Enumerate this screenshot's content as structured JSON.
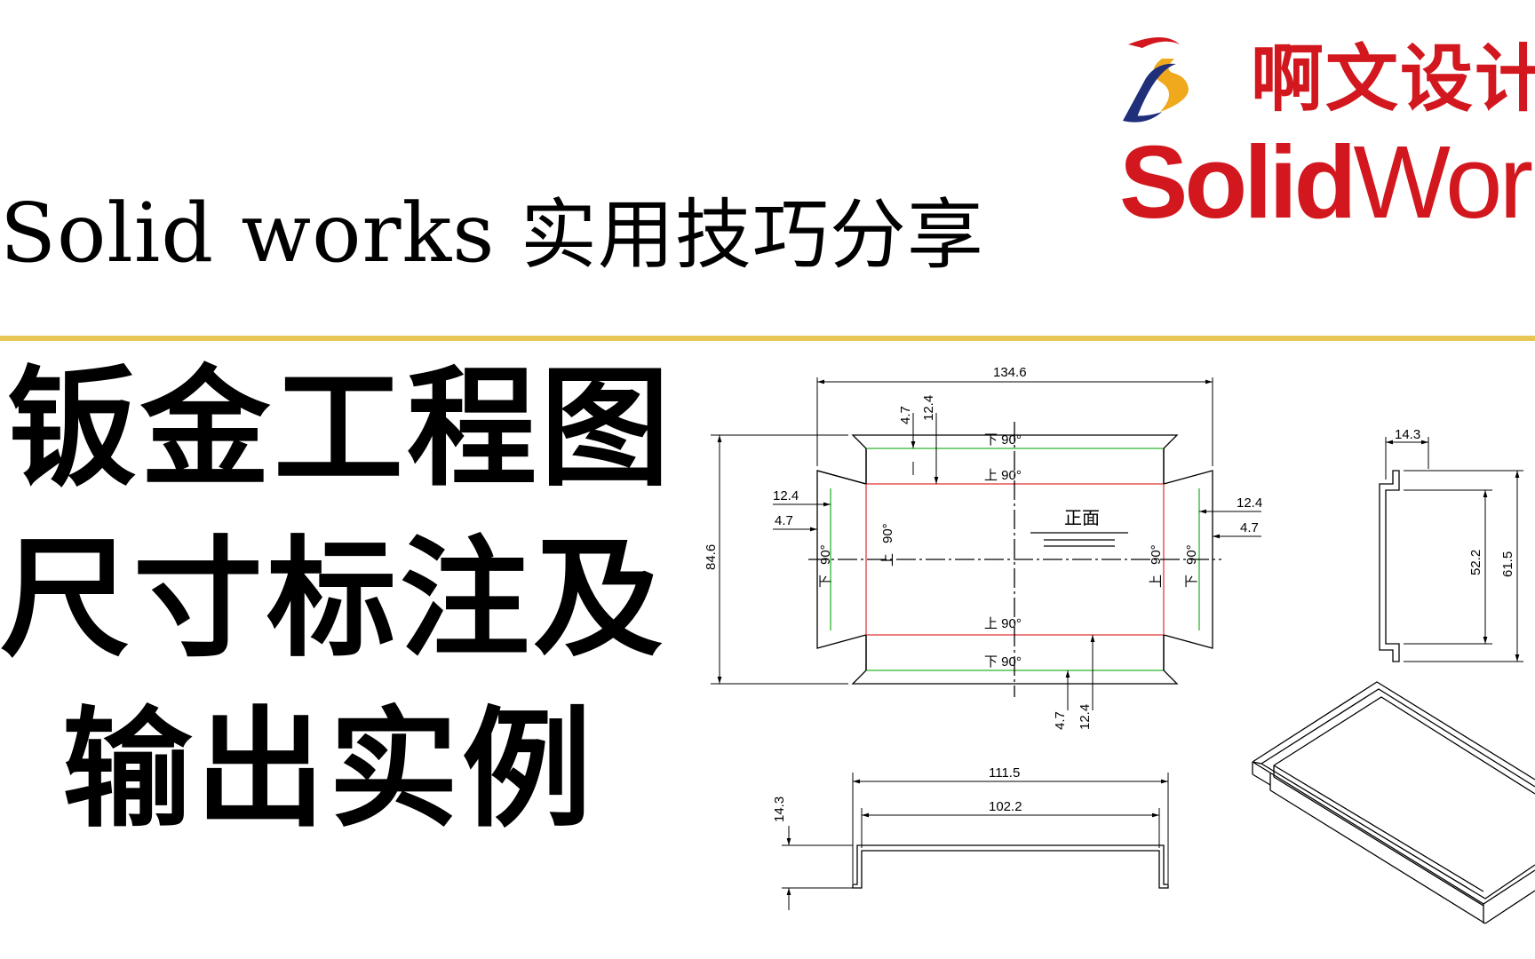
{
  "header": {
    "subtitle_latin": "Solid works",
    "subtitle_zh": "实用技巧分享",
    "logo_zh": "啊文设计",
    "logo_brand_bold": "Solid",
    "logo_brand_thin": "Work",
    "logo_icon": "ds-solidworks-logo-icon"
  },
  "title": {
    "line1": "钣金工程图",
    "line2": "尺寸标注及",
    "line3": "输出实例"
  },
  "colors": {
    "accent_divider": "#e8c653",
    "brand_red": "#d2181e",
    "bend_line_green": "#2db52d",
    "bend_line_red": "#e03b3b"
  },
  "flat_pattern": {
    "overall_width": "134.6",
    "overall_height": "84.6",
    "dim_4_7": "4.7",
    "dim_12_4": "12.4",
    "front_label": "正面",
    "note_down_90": "下 90°",
    "note_up_90": "上 90°",
    "vert_down": "下",
    "vert_up": "上",
    "vert_90": "90°"
  },
  "side_view": {
    "flange": "14.3",
    "inner": "52.2",
    "outer": "61.5"
  },
  "front_view": {
    "height": "14.3",
    "outer": "111.5",
    "inner": "102.2"
  }
}
